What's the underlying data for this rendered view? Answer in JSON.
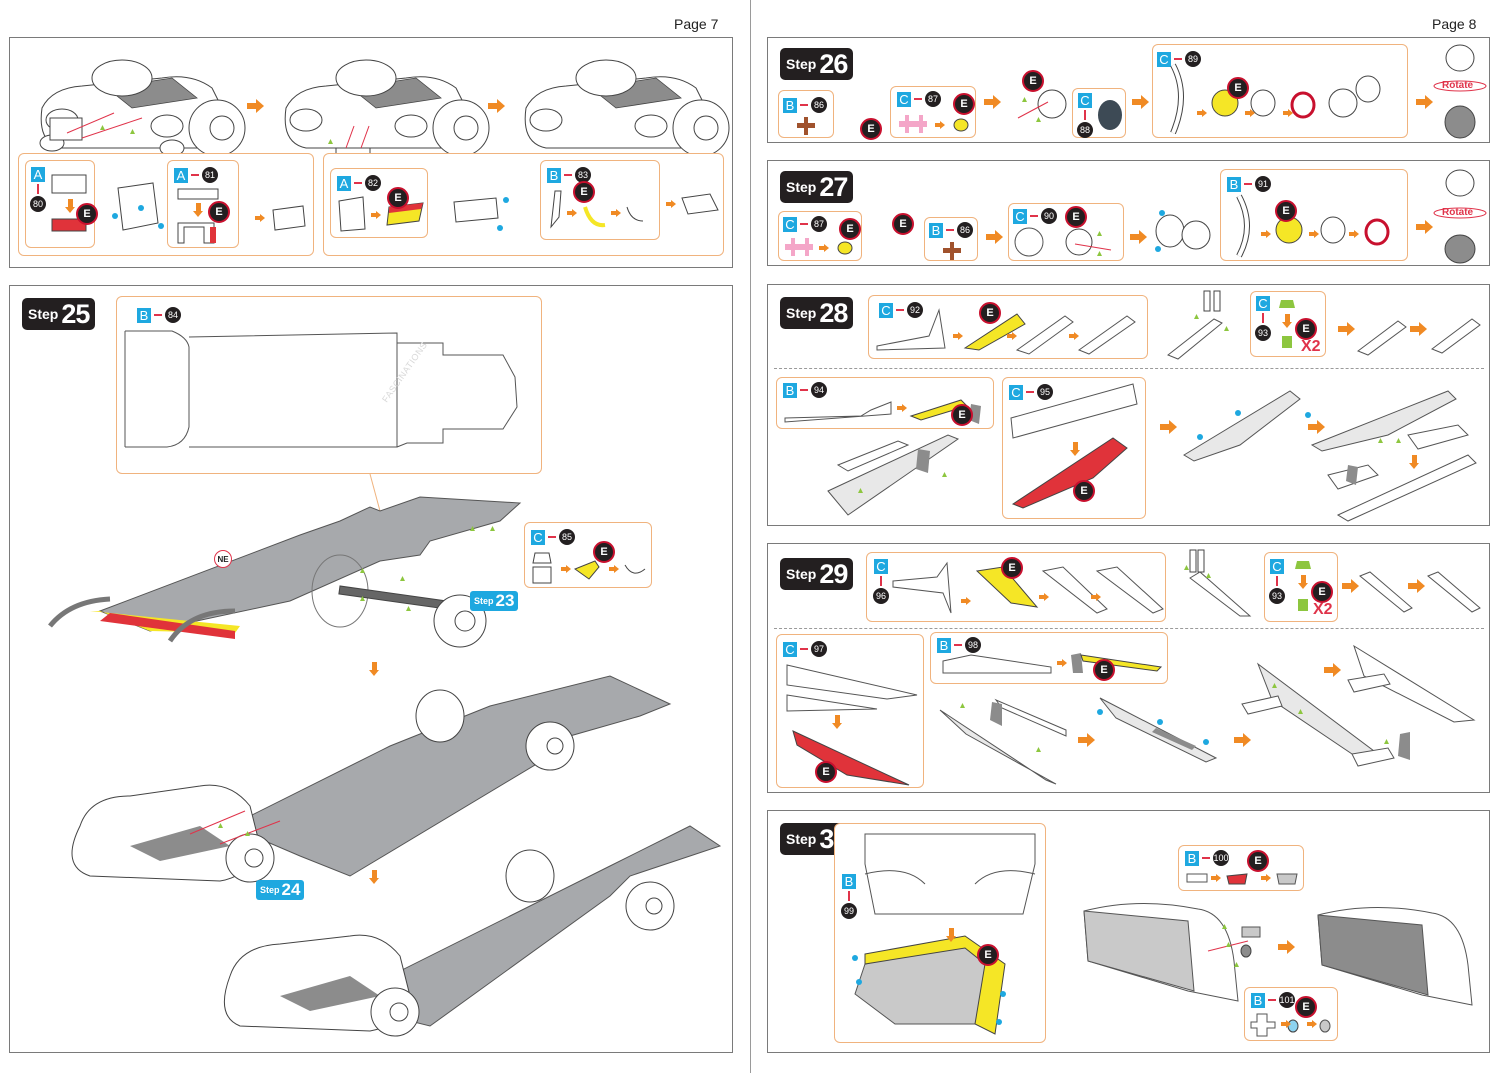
{
  "pages": [
    {
      "label": "Page 7"
    },
    {
      "label": "Page 8"
    }
  ],
  "watermark": "FASCINATIONS",
  "glue_marker": "E",
  "page7": {
    "top_panel": {
      "left_parts": [
        {
          "sheet": "A",
          "number": "80"
        },
        {
          "sheet": "A",
          "number": "81"
        }
      ],
      "right_parts": [
        {
          "sheet": "A",
          "number": "82"
        },
        {
          "sheet": "B",
          "number": "83"
        }
      ]
    },
    "step25": {
      "word": "Step",
      "number": "25",
      "parts": [
        {
          "sheet": "B",
          "number": "84"
        },
        {
          "sheet": "C",
          "number": "85"
        }
      ],
      "ne_tag": "NE",
      "ref_steps": [
        {
          "word": "Step",
          "number": "23"
        },
        {
          "word": "Step",
          "number": "24"
        }
      ]
    }
  },
  "page8": {
    "steps": [
      {
        "word": "Step",
        "number": "26",
        "parts": [
          {
            "sheet": "B",
            "number": "86"
          },
          {
            "sheet": "C",
            "number": "87"
          },
          {
            "sheet": "C",
            "number": "88"
          },
          {
            "sheet": "C",
            "number": "89"
          }
        ],
        "rotate_label": "Rotate"
      },
      {
        "word": "Step",
        "number": "27",
        "parts": [
          {
            "sheet": "C",
            "number": "87"
          },
          {
            "sheet": "B",
            "number": "86"
          },
          {
            "sheet": "C",
            "number": "90"
          },
          {
            "sheet": "B",
            "number": "91"
          }
        ],
        "rotate_label": "Rotate"
      },
      {
        "word": "Step",
        "number": "28",
        "parts": [
          {
            "sheet": "C",
            "number": "92"
          },
          {
            "sheet": "C",
            "number": "93"
          },
          {
            "sheet": "B",
            "number": "94"
          },
          {
            "sheet": "C",
            "number": "95"
          }
        ],
        "multiplier": "X2"
      },
      {
        "word": "Step",
        "number": "29",
        "parts": [
          {
            "sheet": "C",
            "number": "96"
          },
          {
            "sheet": "C",
            "number": "93"
          },
          {
            "sheet": "C",
            "number": "97"
          },
          {
            "sheet": "B",
            "number": "98"
          }
        ],
        "multiplier": "X2"
      },
      {
        "word": "Step",
        "number": "30",
        "parts": [
          {
            "sheet": "B",
            "number": "99"
          },
          {
            "sheet": "B",
            "number": "100"
          },
          {
            "sheet": "B",
            "number": "101"
          }
        ]
      }
    ]
  },
  "colors": {
    "orange_arrow": "#f08a24",
    "callout_border": "#f0b37e",
    "sheet_blue": "#1ea8e0",
    "glue_red": "#c8102e",
    "part_yellow": "#f5e626",
    "part_red": "#e0333a",
    "metal_gray": "#a7a9ac"
  }
}
